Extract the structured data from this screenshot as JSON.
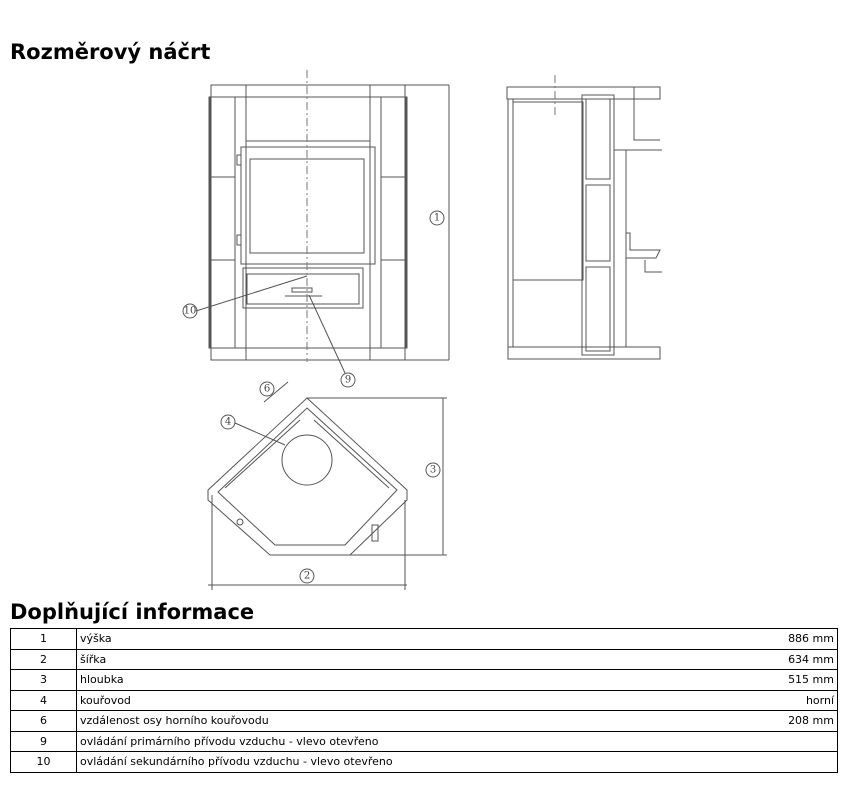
{
  "headings": {
    "sketch": "Rozměrový náčrt",
    "info": "Doplňující informace"
  },
  "drawing": {
    "callouts": {
      "c1": "1",
      "c2": "2",
      "c3": "3",
      "c4": "4",
      "c6": "6",
      "c9": "9",
      "c10": "10"
    }
  },
  "table": {
    "rows": [
      {
        "num": "1",
        "label": "výška",
        "value": "886 mm"
      },
      {
        "num": "2",
        "label": "šířka",
        "value": "634 mm"
      },
      {
        "num": "3",
        "label": "hloubka",
        "value": "515 mm"
      },
      {
        "num": "4",
        "label": "kouřovod",
        "value": "horní"
      },
      {
        "num": "6",
        "label": "vzdálenost osy horního kouřovodu",
        "value": "208 mm"
      },
      {
        "num": "9",
        "label": "ovládání primárního přívodu vzduchu - vlevo otevřeno",
        "value": ""
      },
      {
        "num": "10",
        "label": "ovládání sekundárního přívodu vzduchu - vlevo otevřeno",
        "value": ""
      }
    ]
  }
}
